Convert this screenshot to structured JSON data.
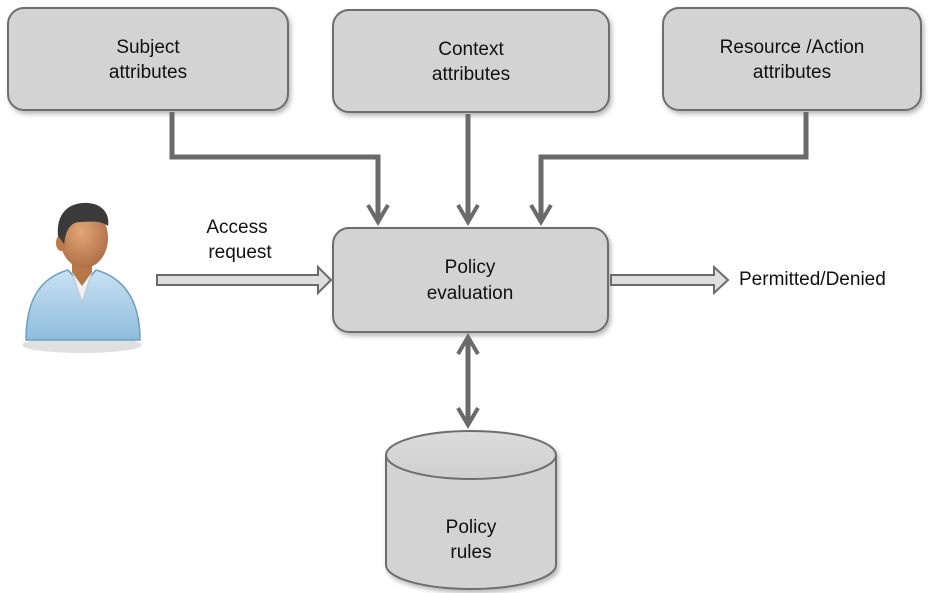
{
  "diagram": {
    "subject_box": {
      "line1": "Subject",
      "line2": "attributes"
    },
    "context_box": {
      "line1": "Context",
      "line2": "attributes"
    },
    "resource_box": {
      "line1": "Resource /Action",
      "line2": "attributes"
    },
    "policy_evaluation": {
      "line1": "Policy",
      "line2": "evaluation"
    },
    "policy_rules": {
      "line1": "Policy",
      "line2": "rules"
    },
    "access_request": {
      "line1": "Access",
      "line2": "request"
    },
    "outcome_label": "Permitted/Denied",
    "colors": {
      "box_fill": "#d3d3d3",
      "box_stroke": "#6e6e6e",
      "arrow": "#6a6a6a",
      "user_shirt": "#a9cfe8",
      "user_skin": "#c98a5a",
      "user_hair": "#3a3a3a"
    },
    "icons": {
      "user": "user-icon"
    }
  }
}
